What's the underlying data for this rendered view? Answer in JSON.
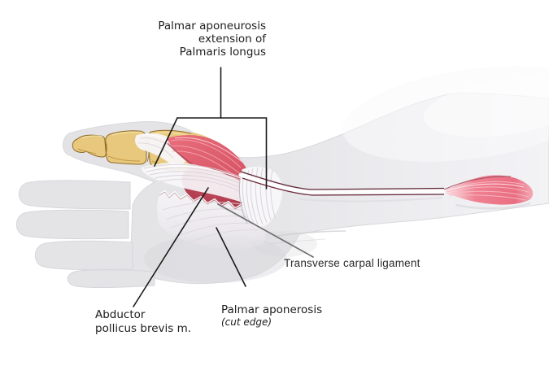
{
  "labels": {
    "palmar_aponeurosis_extension": "Palmar aponeurosis\nextension of\nPalmaris longus",
    "transverse_carpal_ligament": "Transverse carpal ligament",
    "palmar_aponerosis": "Palmar aponerosis",
    "palmar_aponerosis_note": "(cut edge)",
    "abductor_pollicus": "Abductor\npollicus brevis m."
  },
  "colors": {
    "background": "#ffffff",
    "skin_silhouette": "#e4e3e6",
    "bone_fill": "#e8c87c",
    "bone_outline": "#8f6b29",
    "muscle_bright": "#e4606f",
    "muscle_dark": "#b84052",
    "muscle_belly_pink": "#ee7e8f",
    "tendon_white": "#f7f6f8",
    "tendon_edge": "#5f2633",
    "leader_black": "#1a1a1a",
    "leader_gray": "#6e6e6e",
    "text": "#1c1c1c"
  }
}
